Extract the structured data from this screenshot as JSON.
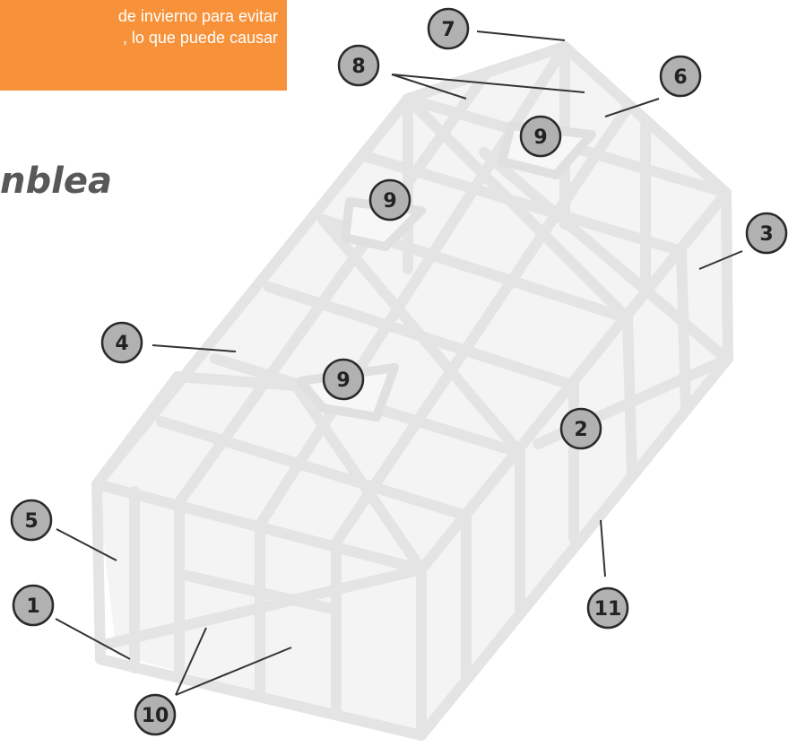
{
  "notice": {
    "line1": "de invierno para evitar",
    "line2": ", lo que puede causar",
    "color": "#f7923a"
  },
  "title": "nblea",
  "callouts": [
    {
      "label": "1"
    },
    {
      "label": "2"
    },
    {
      "label": "3"
    },
    {
      "label": "4"
    },
    {
      "label": "5"
    },
    {
      "label": "6"
    },
    {
      "label": "7"
    },
    {
      "label": "8"
    },
    {
      "label": "9"
    },
    {
      "label": "9"
    },
    {
      "label": "9"
    },
    {
      "label": "10"
    },
    {
      "label": "11"
    }
  ],
  "colors": {
    "frame": "#e6e6e6",
    "panel": "#f4f4f4",
    "badge_fill": "#b1b1b1",
    "badge_stroke": "#2a2a2a",
    "leader": "#333333"
  }
}
